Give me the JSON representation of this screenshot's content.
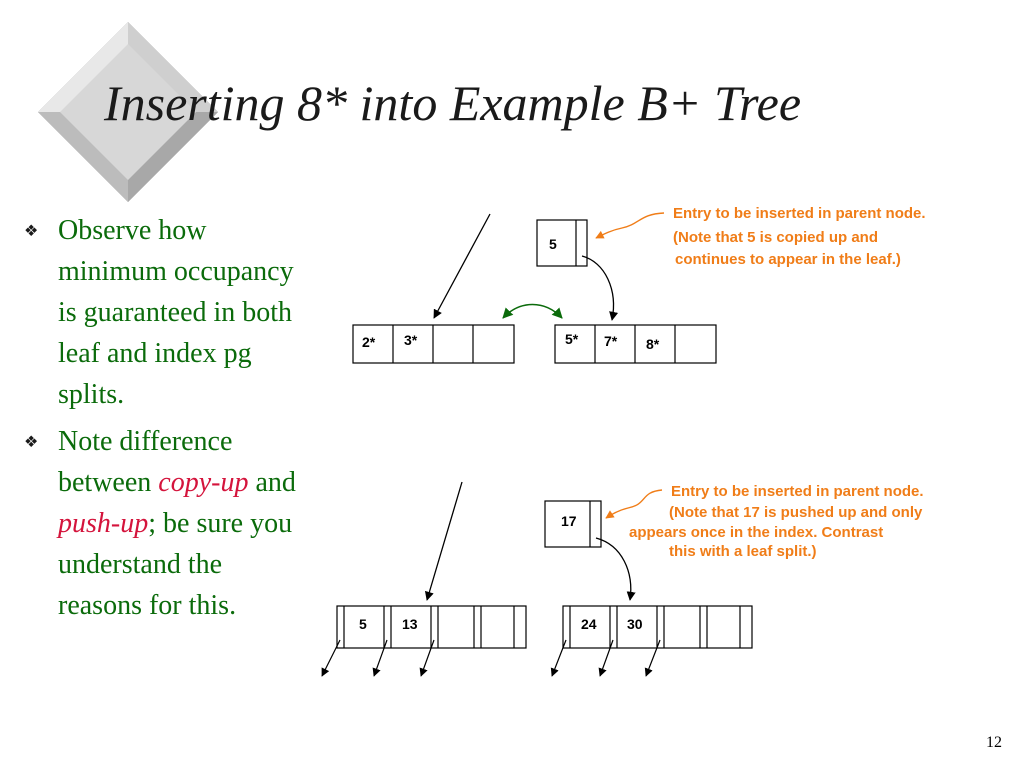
{
  "title": "Inserting 8* into Example B+ Tree",
  "bullets": {
    "b1": "Observe how minimum occupancy is guaranteed in both leaf and index pg splits.",
    "b2_a": "Note difference between ",
    "b2_copy": "copy-up",
    "b2_b": " and ",
    "b2_push": "push-up",
    "b2_c": "; be sure you understand the reasons for this."
  },
  "leaf_split": {
    "parent_key": "5",
    "left_leaf": [
      "2*",
      "3*",
      "",
      ""
    ],
    "right_leaf": [
      "5*",
      "7*",
      "8*",
      ""
    ],
    "note_line1": "Entry to be inserted in parent node.",
    "note_line2": "(Note that 5 is copied up and",
    "note_line3": "continues to appear in the leaf.)"
  },
  "index_split": {
    "parent_key": "17",
    "left_node": [
      "5",
      "13",
      "",
      ""
    ],
    "right_node": [
      "24",
      "30",
      "",
      ""
    ],
    "note_line1": "Entry to be inserted in parent node.",
    "note_line2": "(Note that 17 is pushed up and only",
    "note_line3": "appears once in the index. Contrast",
    "note_line4": "this with a leaf split.)"
  },
  "page_number": "12",
  "colors": {
    "bullet_text": "#0b6b0b",
    "accent": "#d4143c",
    "annotation": "#f07d18",
    "sibling_arrow": "#0b6b0b"
  }
}
